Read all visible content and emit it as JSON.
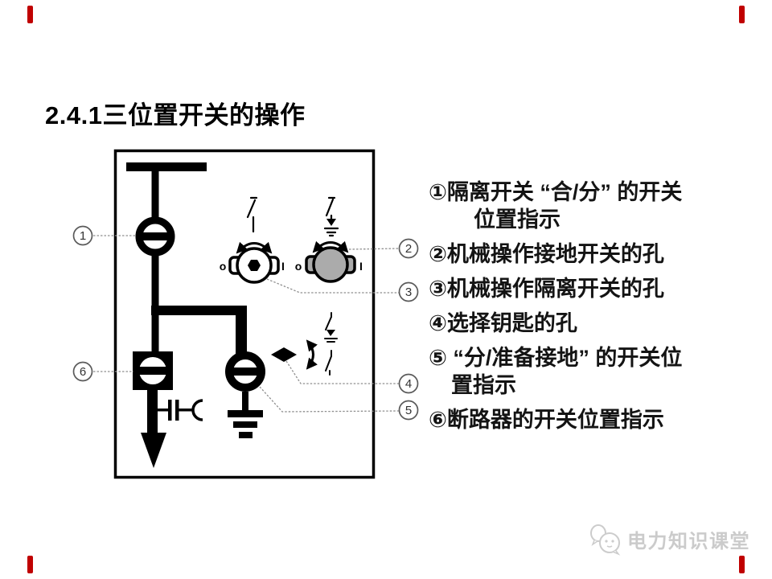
{
  "title": "2.4.1三位置开关的操作",
  "colors": {
    "corner_mark_red": "#c00000",
    "keyhole_gray": "#ababab",
    "leader_gray": "#8f8f8f",
    "watermark_gray": "#cbcbcb"
  },
  "diagram": {
    "callouts": [
      {
        "id": "callout-1",
        "label": "1"
      },
      {
        "id": "callout-2",
        "label": "2"
      },
      {
        "id": "callout-3",
        "label": "3"
      },
      {
        "id": "callout-4",
        "label": "4"
      },
      {
        "id": "callout-5",
        "label": "5"
      },
      {
        "id": "callout-6",
        "label": "6"
      }
    ],
    "position_marks": {
      "open": "o",
      "closed": "I"
    }
  },
  "legend": {
    "items": [
      {
        "lines": [
          "①隔离开关 “合/分” 的开关",
          "位置指示"
        ]
      },
      {
        "lines": [
          "②机械操作接地开关的孔"
        ]
      },
      {
        "lines": [
          "③机械操作隔离开关的孔"
        ]
      },
      {
        "lines": [
          "④选择钥匙的孔"
        ]
      },
      {
        "lines": [
          "⑤ “分/准备接地” 的开关位",
          "置指示"
        ]
      },
      {
        "lines": [
          "⑥断路器的开关位置指示"
        ]
      }
    ]
  },
  "watermark": {
    "text": "电力知识课堂"
  }
}
